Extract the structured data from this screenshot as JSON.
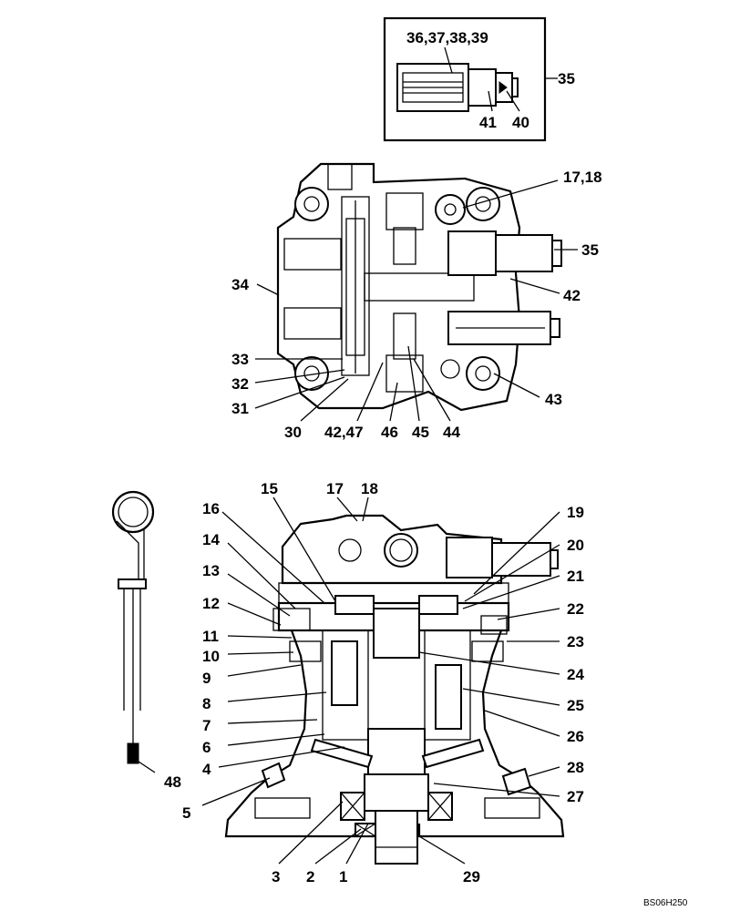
{
  "diagram": {
    "code": "BS06H250",
    "callouts": {
      "c1": "1",
      "c2": "2",
      "c3": "3",
      "c4": "4",
      "c5": "5",
      "c6": "6",
      "c7": "7",
      "c8": "8",
      "c9": "9",
      "c10": "10",
      "c11": "11",
      "c12": "12",
      "c13": "13",
      "c14": "14",
      "c15": "15",
      "c16": "16",
      "c17": "17",
      "c18": "18",
      "c19": "19",
      "c20": "20",
      "c21": "21",
      "c22": "22",
      "c23": "23",
      "c24": "24",
      "c25": "25",
      "c26": "26",
      "c27": "27",
      "c28": "28",
      "c29": "29",
      "c30": "30",
      "c31": "31",
      "c32": "32",
      "c33": "33",
      "c34": "34",
      "c35_inset": "35",
      "c35_top": "35",
      "c36_39": "36,37,38,39",
      "c40": "40",
      "c41": "41",
      "c42": "42",
      "c42_47": "42,47",
      "c43": "43",
      "c44": "44",
      "c45": "45",
      "c46": "46",
      "c48": "48",
      "c17_18": "17,18"
    }
  }
}
